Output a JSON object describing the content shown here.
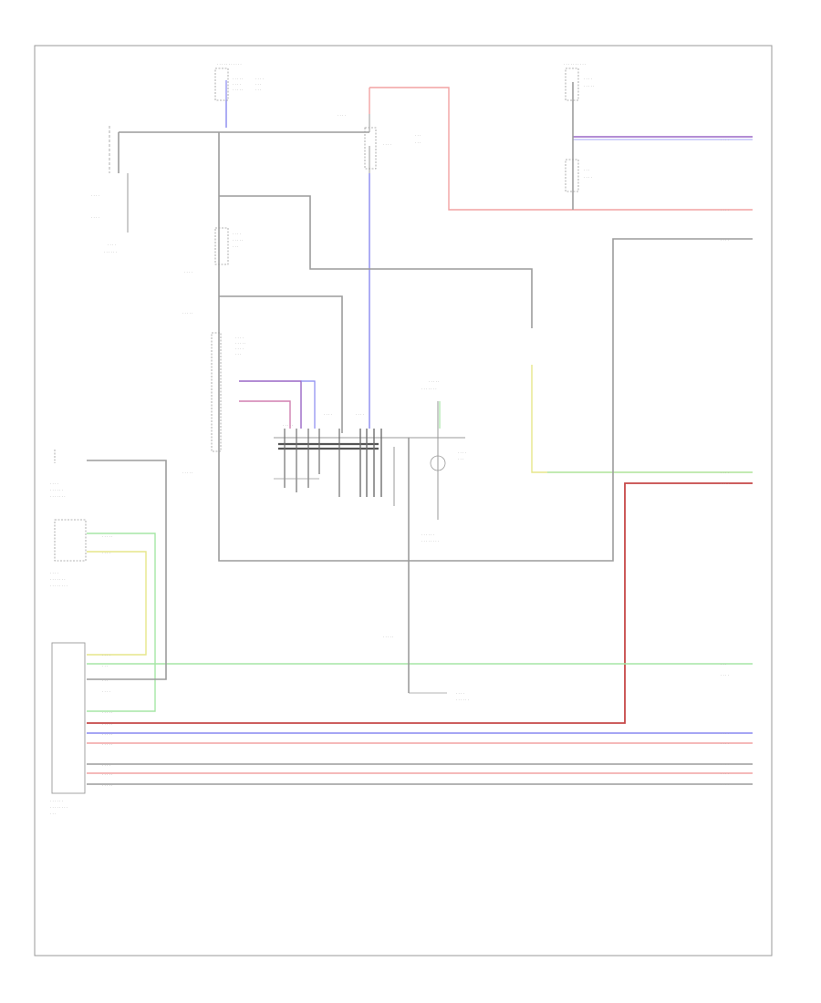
{
  "diagram": {
    "footer_label": "",
    "colors": {
      "red": "#f2a2a2",
      "dark_red": "#c64848",
      "blue": "#8888f0",
      "purple": "#9a66c6",
      "green": "#a6e6a6",
      "yellow": "#e6e68a",
      "gray": "#9c9c9c"
    },
    "components": [
      {
        "id": "fuse-box-top",
        "lines": [
          "",
          "",
          ""
        ]
      },
      {
        "id": "relay-top-right",
        "lines": [
          "",
          "",
          ""
        ]
      },
      {
        "id": "ground-left",
        "lines": [
          "",
          ""
        ]
      },
      {
        "id": "relay-center",
        "lines": [
          "",
          ""
        ]
      },
      {
        "id": "control-unit",
        "lines": [
          "",
          "",
          ""
        ]
      },
      {
        "id": "motor-center",
        "lines": [
          "",
          ""
        ]
      },
      {
        "id": "switch-left-1",
        "lines": [
          "",
          ""
        ]
      },
      {
        "id": "switch-left-2",
        "lines": [
          "",
          ""
        ]
      },
      {
        "id": "ecu-connector",
        "lines": [
          "",
          ""
        ]
      }
    ]
  }
}
